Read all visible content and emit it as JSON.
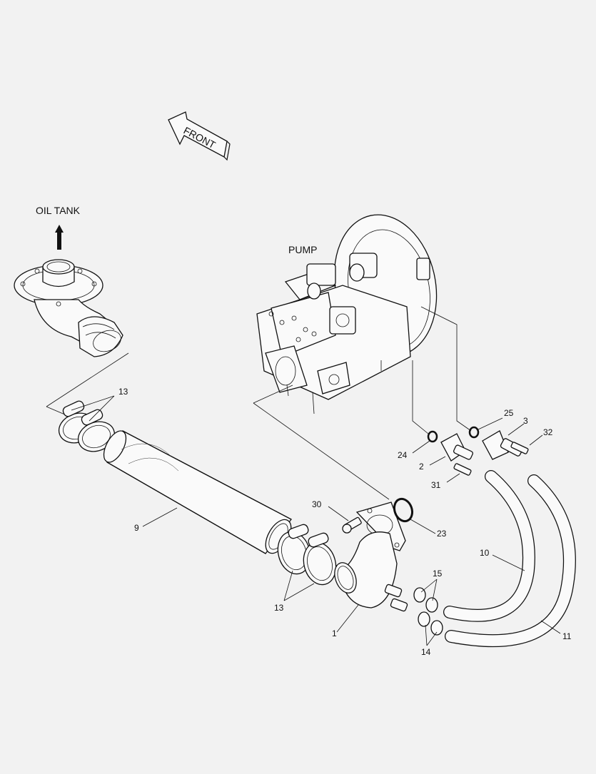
{
  "labels": {
    "front": "FRONT",
    "oil_tank": "OIL TANK",
    "pump": "PUMP"
  },
  "callouts": {
    "c1": "1",
    "c2": "2",
    "c3": "3",
    "c9": "9",
    "c10": "10",
    "c11": "11",
    "c13a": "13",
    "c13b": "13",
    "c14": "14",
    "c15": "15",
    "c23": "23",
    "c24": "24",
    "c25": "25",
    "c30": "30",
    "c31": "31",
    "c32": "32"
  }
}
